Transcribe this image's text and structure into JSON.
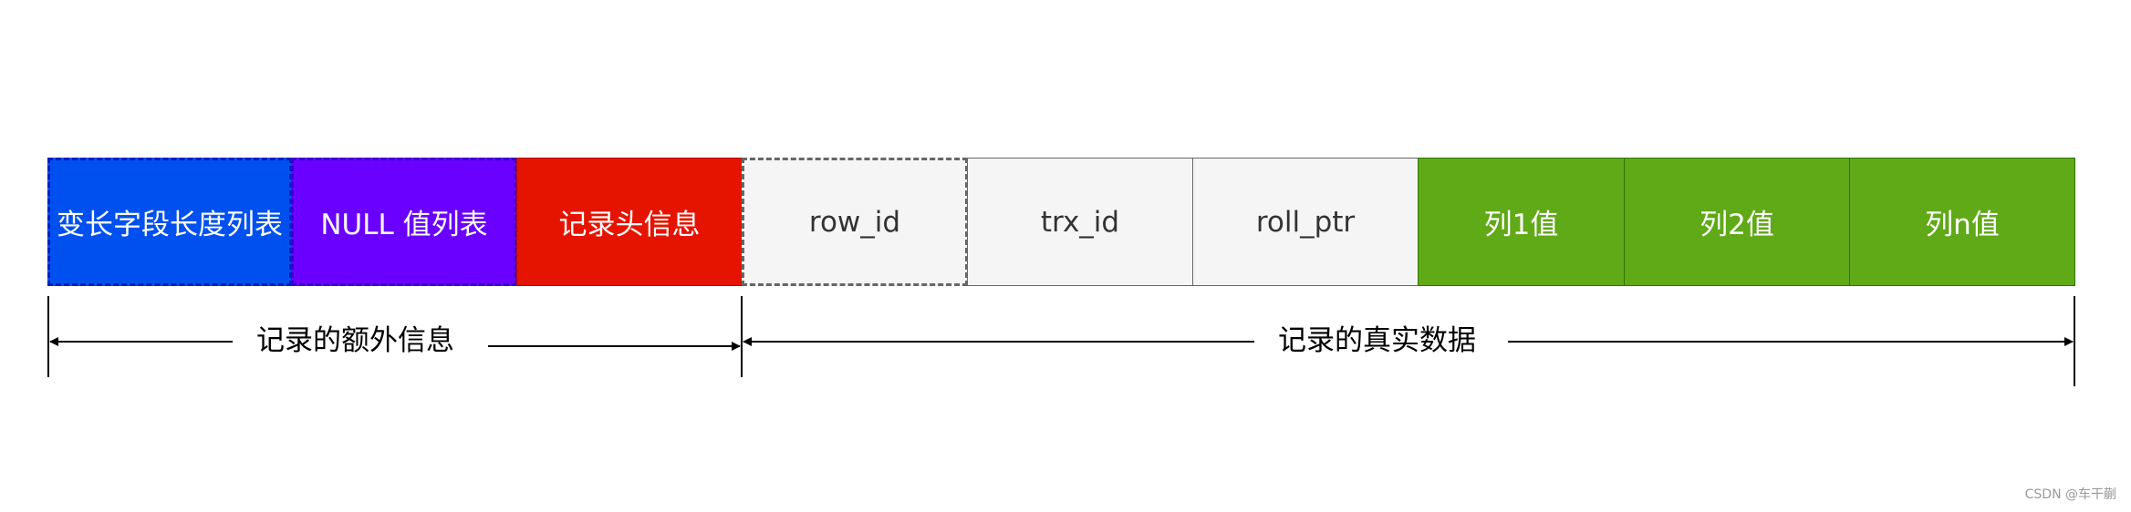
{
  "fields": {
    "varlen_list": "变长字段长度列表",
    "null_list": "NULL 值列表",
    "record_header": "记录头信息",
    "row_id": "row_id",
    "trx_id": "trx_id",
    "roll_ptr": "roll_ptr",
    "col1": "列1值",
    "col2": "列2值",
    "coln": "列n值"
  },
  "spans": {
    "extra_info": "记录的额外信息",
    "real_data": "记录的真实数据"
  },
  "colors": {
    "blue": "#0050ef",
    "purple": "#6a00ff",
    "red": "#e51400",
    "gray": "#f5f5f5",
    "green": "#60a917"
  },
  "watermark": "CSDN @车干蒯"
}
